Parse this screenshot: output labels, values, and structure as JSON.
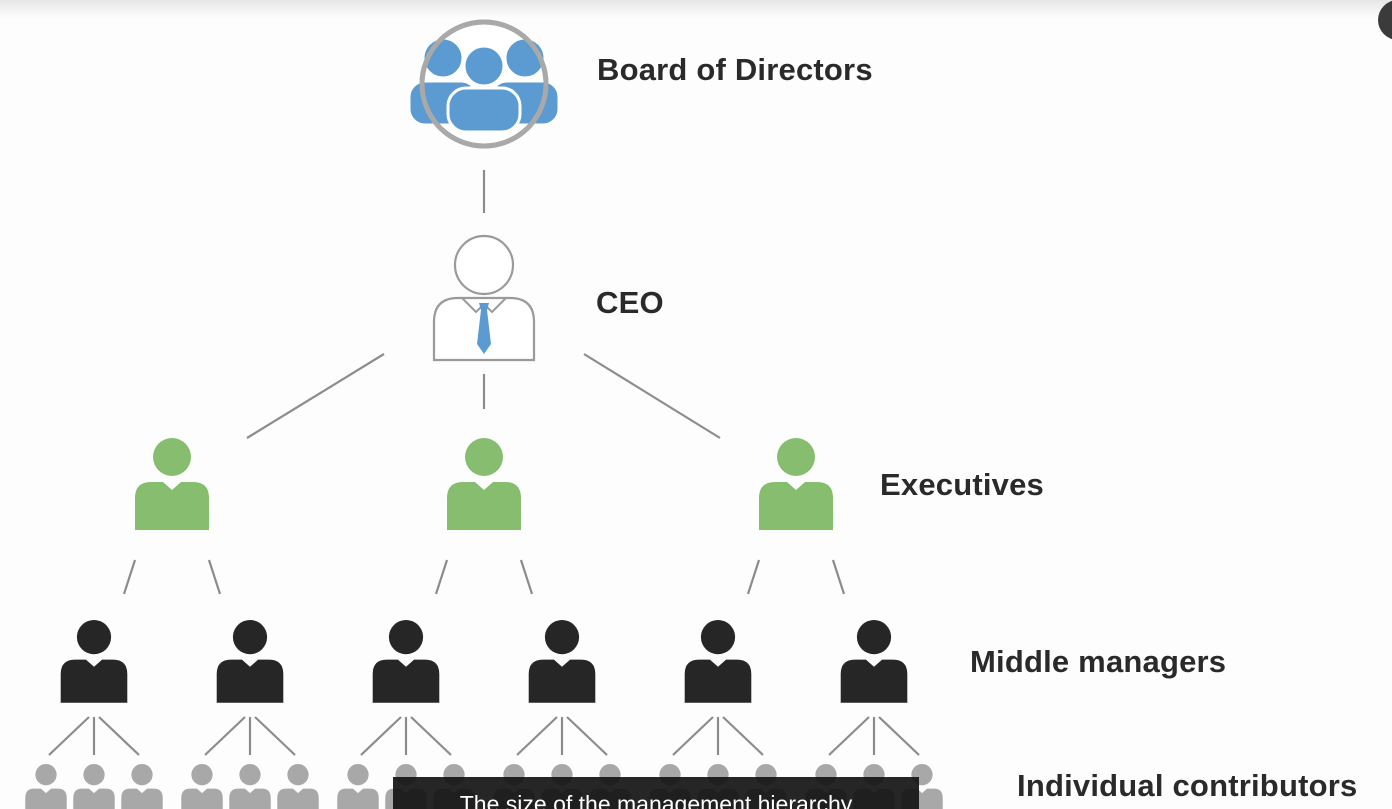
{
  "levels": {
    "board": "Board of Directors",
    "ceo": "CEO",
    "executives": "Executives",
    "middle_managers": "Middle managers",
    "individual_contributors": "Individual contributors"
  },
  "caption": "The size of the management hierarchy",
  "colors": {
    "board": "#5b9bd1",
    "ceo_tie": "#5b9bd1",
    "executive": "#86bd6e",
    "middle_manager": "#262626",
    "individual_contributor": "#a8a8a8",
    "connector": "#8c8c8c",
    "label": "#2a2a2a"
  },
  "icons": {
    "board": "group-icon",
    "ceo": "person-with-tie-icon",
    "executive": "person-icon",
    "middle_manager": "person-icon",
    "individual_contributor": "person-icon"
  }
}
